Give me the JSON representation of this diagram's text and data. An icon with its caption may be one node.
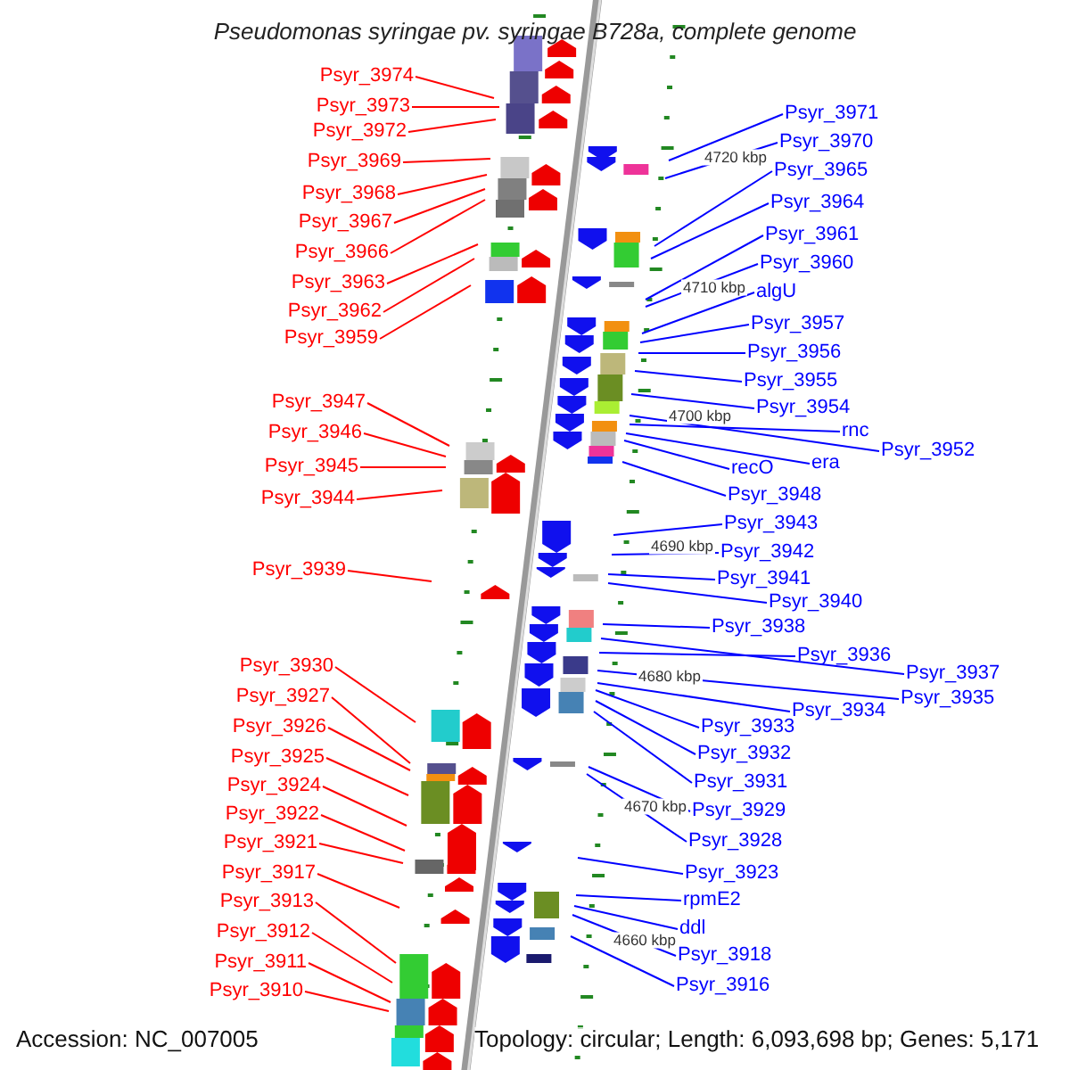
{
  "diagram": {
    "title": "Pseudomonas syringae pv. syringae B728a, complete genome",
    "nodes": [
      {
        "text": [
          "Psyr_3974"
        ]
      },
      {
        "text": [
          "Psyr_3973"
        ]
      },
      {
        "text": [
          "Psyr_3972"
        ]
      },
      {
        "text": [
          "Psyr_3969"
        ]
      },
      {
        "text": [
          "Psyr_3968"
        ]
      },
      {
        "text": [
          "Psyr_3967"
        ]
      },
      {
        "text": [
          "Psyr_3966"
        ]
      },
      {
        "text": [
          "Psyr_3963"
        ]
      },
      {
        "text": [
          "Psyr_3962"
        ]
      },
      {
        "text": [
          "Psyr_3959"
        ]
      },
      {
        "text": [
          "Psyr_3947"
        ]
      },
      {
        "text": [
          "Psyr_3946"
        ]
      },
      {
        "text": [
          "Psyr_3945"
        ]
      },
      {
        "text": [
          "Psyr_3944"
        ]
      },
      {
        "text": [
          "Psyr_3939"
        ]
      },
      {
        "text": [
          "Psyr_3930"
        ]
      },
      {
        "text": [
          "Psyr_3927"
        ]
      },
      {
        "text": [
          "Psyr_3926"
        ]
      },
      {
        "text": [
          "Psyr_3925"
        ]
      },
      {
        "text": [
          "Psyr_3924"
        ]
      },
      {
        "text": [
          "Psyr_3922"
        ]
      },
      {
        "text": [
          "Psyr_3921"
        ]
      },
      {
        "text": [
          "Psyr_3917"
        ]
      },
      {
        "text": [
          "Psyr_3913"
        ]
      },
      {
        "text": [
          "Psyr_3912"
        ]
      },
      {
        "text": [
          "Psyr_3911"
        ]
      },
      {
        "text": [
          "Psyr_3910"
        ]
      },
      {
        "text": [
          "Psyr_3971"
        ]
      },
      {
        "text": [
          "Psyr_3970"
        ]
      },
      {
        "text": [
          "Psyr_3965"
        ]
      },
      {
        "text": [
          "Psyr_3964"
        ]
      },
      {
        "text": [
          "Psyr_3961"
        ]
      },
      {
        "text": [
          "Psyr_3960"
        ]
      },
      {
        "text": [
          "algU"
        ]
      },
      {
        "text": [
          "Psyr_3957"
        ]
      },
      {
        "text": [
          "Psyr_3956"
        ]
      },
      {
        "text": [
          "Psyr_3955"
        ]
      },
      {
        "text": [
          "Psyr_3954"
        ]
      },
      {
        "text": [
          "rnc"
        ]
      },
      {
        "text": [
          "era"
        ]
      },
      {
        "text": [
          "Psyr_3952"
        ]
      },
      {
        "text": [
          "recO"
        ]
      },
      {
        "text": [
          "Psyr_3948"
        ]
      },
      {
        "text": [
          "Psyr_3943"
        ]
      },
      {
        "text": [
          "Psyr_3942"
        ]
      },
      {
        "text": [
          "Psyr_3941"
        ]
      },
      {
        "text": [
          "Psyr_3940"
        ]
      },
      {
        "text": [
          "Psyr_3938"
        ]
      },
      {
        "text": [
          "Psyr_3937"
        ]
      },
      {
        "text": [
          "Psyr_3936"
        ]
      },
      {
        "text": [
          "Psyr_3935"
        ]
      },
      {
        "text": [
          "Psyr_3934"
        ]
      },
      {
        "text": [
          "Psyr_3933"
        ]
      },
      {
        "text": [
          "Psyr_3932"
        ]
      },
      {
        "text": [
          "Psyr_3931"
        ]
      },
      {
        "text": [
          "Psyr_3929"
        ]
      },
      {
        "text": [
          "Psyr_3928"
        ]
      },
      {
        "text": [
          "Psyr_3923"
        ]
      },
      {
        "text": [
          "rpmE2"
        ]
      },
      {
        "text": [
          "ddl"
        ]
      },
      {
        "text": [
          "Psyr_3918"
        ]
      },
      {
        "text": [
          "Psyr_3916"
        ]
      }
    ],
    "edges": [
      {
        "from": 0,
        "to": null,
        "arrow": "none",
        "color": "#ff0000"
      },
      {
        "from": 1,
        "to": null,
        "arrow": "none",
        "color": "#ff0000"
      },
      {
        "from": 2,
        "to": null,
        "arrow": "none",
        "color": "#ff0000"
      },
      {
        "from": 3,
        "to": null,
        "arrow": "none",
        "color": "#ff0000"
      },
      {
        "from": 4,
        "to": null,
        "arrow": "none",
        "color": "#ff0000"
      },
      {
        "from": 5,
        "to": null,
        "arrow": "none",
        "color": "#ff0000"
      },
      {
        "from": 6,
        "to": null,
        "arrow": "none",
        "color": "#ff0000"
      },
      {
        "from": 7,
        "to": null,
        "arrow": "none",
        "color": "#ff0000"
      },
      {
        "from": 8,
        "to": null,
        "arrow": "none",
        "color": "#ff0000"
      },
      {
        "from": 9,
        "to": null,
        "arrow": "none",
        "color": "#ff0000"
      },
      {
        "from": 10,
        "to": null,
        "arrow": "none",
        "color": "#ff0000"
      },
      {
        "from": 11,
        "to": null,
        "arrow": "none",
        "color": "#ff0000"
      },
      {
        "from": 12,
        "to": null,
        "arrow": "none",
        "color": "#ff0000"
      },
      {
        "from": 13,
        "to": null,
        "arrow": "none",
        "color": "#ff0000"
      },
      {
        "from": 14,
        "to": null,
        "arrow": "none",
        "color": "#ff0000"
      },
      {
        "from": 15,
        "to": null,
        "arrow": "none",
        "color": "#ff0000"
      },
      {
        "from": 16,
        "to": null,
        "arrow": "none",
        "color": "#ff0000"
      },
      {
        "from": 17,
        "to": null,
        "arrow": "none",
        "color": "#ff0000"
      },
      {
        "from": 18,
        "to": null,
        "arrow": "none",
        "color": "#ff0000"
      },
      {
        "from": 19,
        "to": null,
        "arrow": "none",
        "color": "#ff0000"
      },
      {
        "from": 20,
        "to": null,
        "arrow": "none",
        "color": "#ff0000"
      },
      {
        "from": 21,
        "to": null,
        "arrow": "none",
        "color": "#ff0000"
      },
      {
        "from": 22,
        "to": null,
        "arrow": "none",
        "color": "#ff0000"
      },
      {
        "from": 23,
        "to": null,
        "arrow": "none",
        "color": "#ff0000"
      },
      {
        "from": 24,
        "to": null,
        "arrow": "none",
        "color": "#ff0000"
      },
      {
        "from": 25,
        "to": null,
        "arrow": "none",
        "color": "#ff0000"
      },
      {
        "from": 26,
        "to": null,
        "arrow": "none",
        "color": "#ff0000"
      },
      {
        "from": 27,
        "to": null,
        "arrow": "none"
      },
      {
        "from": 28,
        "to": null,
        "arrow": "none"
      },
      {
        "from": 29,
        "to": null,
        "arrow": "none"
      },
      {
        "from": 30,
        "to": null,
        "arrow": "none"
      },
      {
        "from": 31,
        "to": null,
        "arrow": "none"
      },
      {
        "from": 32,
        "to": null,
        "arrow": "none"
      },
      {
        "from": 33,
        "to": null,
        "arrow": "none"
      },
      {
        "from": 34,
        "to": null,
        "arrow": "none"
      },
      {
        "from": 35,
        "to": null,
        "arrow": "none"
      },
      {
        "from": 36,
        "to": null,
        "arrow": "none"
      },
      {
        "from": 37,
        "to": null,
        "arrow": "none"
      },
      {
        "from": 38,
        "to": null,
        "arrow": "none"
      },
      {
        "from": 39,
        "to": null,
        "arrow": "none"
      },
      {
        "from": 40,
        "to": null,
        "arrow": "none"
      },
      {
        "from": 41,
        "to": null,
        "arrow": "none"
      },
      {
        "from": 42,
        "to": null,
        "arrow": "none"
      },
      {
        "from": 43,
        "to": null,
        "arrow": "none"
      },
      {
        "from": 44,
        "to": null,
        "arrow": "none"
      },
      {
        "from": 45,
        "to": null,
        "arrow": "none"
      },
      {
        "from": 46,
        "to": null,
        "arrow": "none"
      },
      {
        "from": 47,
        "to": null,
        "arrow": "none"
      },
      {
        "from": 48,
        "to": null,
        "arrow": "none"
      },
      {
        "from": 49,
        "to": null,
        "arrow": "none"
      },
      {
        "from": 50,
        "to": null,
        "arrow": "none"
      },
      {
        "from": 51,
        "to": null,
        "arrow": "none"
      },
      {
        "from": 52,
        "to": null,
        "arrow": "none"
      },
      {
        "from": 53,
        "to": null,
        "arrow": "none"
      },
      {
        "from": 54,
        "to": null,
        "arrow": "none"
      },
      {
        "from": 55,
        "to": null,
        "arrow": "none"
      },
      {
        "from": 56,
        "to": null,
        "arrow": "none"
      },
      {
        "from": 57,
        "to": null,
        "arrow": "none"
      },
      {
        "from": 58,
        "to": null,
        "arrow": "none"
      },
      {
        "from": 59,
        "to": null,
        "arrow": "none"
      },
      {
        "from": 60,
        "to": null,
        "arrow": "none"
      },
      {
        "from": 61,
        "to": null,
        "arrow": "none"
      }
    ],
    "labels": [
      "4720 kbp",
      "4710 kbp",
      "4700 kbp",
      "4690 kbp",
      "4680 kbp",
      "4670 kbp",
      "4660 kbp",
      "Accession: NC_007005",
      "Topology: circular; Length: 6,093,698 bp; Genes: 5,171"
    ]
  }
}
